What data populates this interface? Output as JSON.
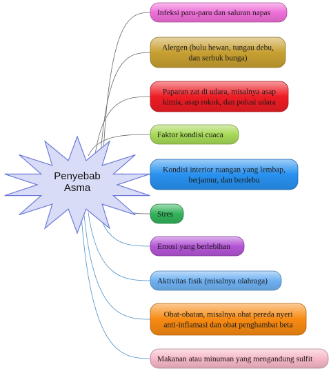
{
  "center": {
    "lines": [
      "Penyebab",
      "Asma"
    ],
    "fill": "#d9dcf7",
    "stroke": "#6c7ad8"
  },
  "nodes": [
    {
      "lines": [
        "Infeksi paru-paru dan saluran napas"
      ],
      "color": "#ef6fd8"
    },
    {
      "lines": [
        "Alergen (bulu hewan, tungau debu,",
        "dan serbuk bunga)"
      ],
      "color": "#c8a032"
    },
    {
      "lines": [
        "Paparan zat di udara, misalnya asap",
        "kimia, asap rokok, dan polusi udara"
      ],
      "color": "#ee1c24"
    },
    {
      "lines": [
        "Faktor kondisi cuaca"
      ],
      "color": "#a6d957"
    },
    {
      "lines": [
        "Kondisi interior ruangan yang lembap,",
        "berjamur, dan berdebu"
      ],
      "color": "#2891f0"
    },
    {
      "lines": [
        "Stres"
      ],
      "color": "#33b25b"
    },
    {
      "lines": [
        "Emosi yang berlebihan"
      ],
      "color": "#b455d6"
    },
    {
      "lines": [
        "Aktivitas fisik (misalnya olahraga)"
      ],
      "color": "#6fb1f2"
    },
    {
      "lines": [
        "Obat-obatan, misalnya obat pereda nyeri",
        "anti-inflamasi dan obat penghambat beta"
      ],
      "color": "#f78a12"
    },
    {
      "lines": [
        "Makanan atau minuman yang mengandung sulfit"
      ],
      "color": "#f6b8c8"
    }
  ]
}
